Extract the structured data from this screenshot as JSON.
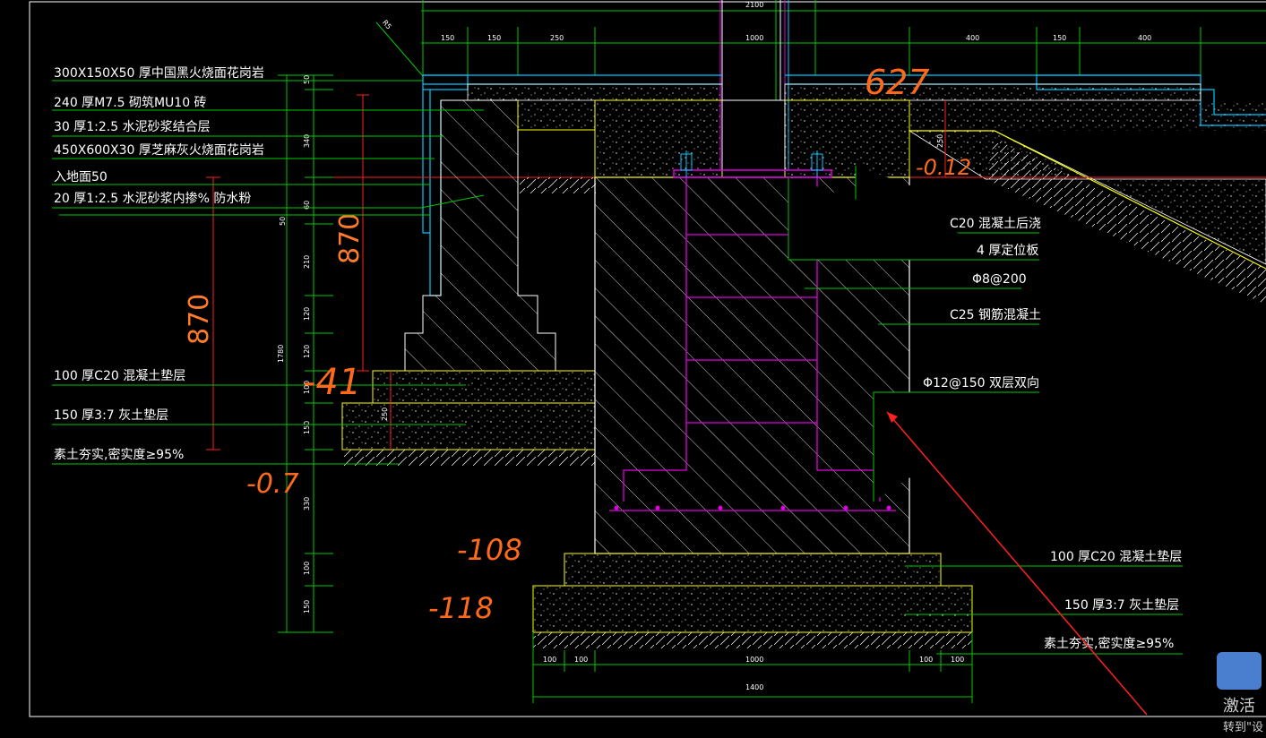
{
  "drawing": {
    "top_dims": [
      "2100",
      "150",
      "150",
      "250",
      "1000",
      "400",
      "150",
      "400"
    ],
    "bottom_dims": [
      "100",
      "100",
      "1000",
      "100",
      "100",
      "1400"
    ],
    "r_label": "R5",
    "left_vertical_dims": [
      "50",
      "340",
      "60",
      "50",
      "210",
      "120",
      "120",
      "100",
      "150",
      "330",
      "100",
      "150",
      "1780"
    ],
    "mid_dim": "250",
    "right_dim": "250",
    "labels_left": [
      "300X150X50    厚中国黑火烧面花岗岩",
      "240  厚M7.5  砌筑MU10  砖",
      "30  厚1:2.5  水泥砂浆结合层",
      "450X600X30    厚芝麻灰火烧面花岗岩",
      "入地面50",
      "20  厚1:2.5  水泥砂浆内掺% 防水粉",
      "100  厚C20  混凝土垫层",
      "150  厚3:7  灰土垫层",
      "素土夯实,密实度≥95%"
    ],
    "labels_right": [
      "C20  混凝土后浇",
      "4 厚定位板",
      "Φ8@200",
      "C25  钢筋混凝土",
      "Φ12@150    双层双向"
    ],
    "labels_bottom_right": [
      "100  厚C20  混凝土垫层",
      "150  厚3:7  灰土垫层",
      "素土夯实,密实度≥95%"
    ],
    "dim_870_a": "870",
    "dim_870_b": "870",
    "handwritten": [
      "627",
      "-0.12",
      "-41",
      "-0.7",
      "-108",
      "-118"
    ],
    "watermark_line1": "激活",
    "watermark_line2": "转到\"设"
  },
  "colors": {
    "background": "#000000",
    "green": "#00c800",
    "yellow": "#ffff00",
    "magenta": "#e000e0",
    "red": "#ff2020",
    "cyan": "#00c8ff",
    "white": "#ffffff",
    "orange": "#ff6a1a"
  }
}
